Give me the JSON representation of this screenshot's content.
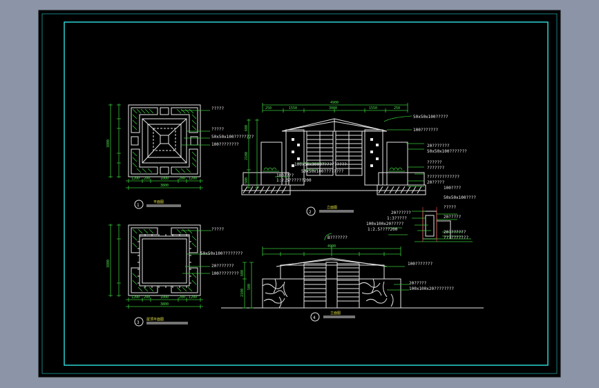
{
  "colors": {
    "background": "#000000",
    "frame": "#20d0d0",
    "linework": "#e8e8e8",
    "dimensions": "#38c838",
    "titles": "#e0e040"
  },
  "drawings": [
    {
      "number": "1",
      "title": "平面图",
      "dims": [
        "1200",
        "200",
        "1000",
        "200",
        "1200"
      ],
      "total": "3800",
      "left_dim": "3800",
      "notes": [
        "?????",
        "?????",
        "50x50x100????????",
        "100????????"
      ]
    },
    {
      "number": "2",
      "title": "立面图",
      "top_dim": "4900",
      "sub_dims": [
        "250",
        "1550",
        "3000",
        "1550",
        "250"
      ],
      "notes_right": [
        "50x50x100?????",
        "100???????",
        "20???????",
        "50x50x100???????",
        "??????",
        "???????",
        "?????????????",
        "20?????",
        "??????",
        "??????"
      ],
      "notes_left": [
        "100x50x3000??????????",
        "50x50x100????????",
        "100????",
        "1:2.5??????200"
      ],
      "left_dims": [
        "600",
        "2100",
        "500"
      ]
    },
    {
      "number": "3",
      "title": "屋顶平面图",
      "dims": [
        "1200",
        "200",
        "1000",
        "200",
        "1200"
      ],
      "total": "3800",
      "left_dim": "3800",
      "notes": [
        "?????",
        "50x50x100????????",
        "20???????",
        "100????????"
      ]
    },
    {
      "number": "4",
      "title": "立面图",
      "top_dim": "4900",
      "notes": [
        "B???????",
        "100???????",
        "20?????",
        "100x100x20????????"
      ],
      "left_dims": [
        "600",
        "2100",
        "500"
      ]
    }
  ],
  "detail": {
    "notes": [
      "20??????",
      "1:3?????",
      "100x100x20?????",
      "1:2.5????200",
      "100????",
      "50x50x100????",
      "?????",
      "20?????",
      "20???????",
      "??????????"
    ]
  }
}
